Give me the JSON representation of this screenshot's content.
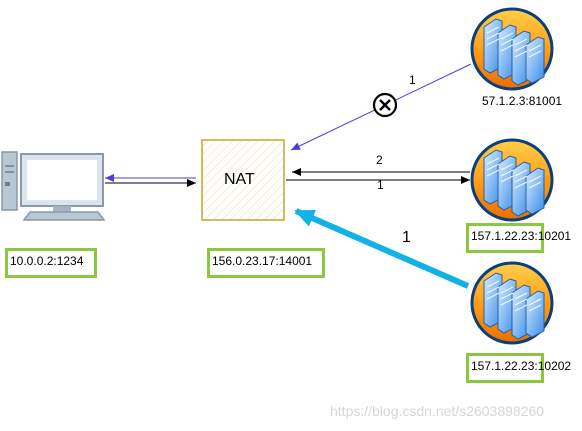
{
  "nat": {
    "label": "NAT",
    "address": "156.0.23.17:14001"
  },
  "client": {
    "address": "10.0.0.2:1234"
  },
  "servers": [
    {
      "address": "57.1.2.3:81001",
      "ip_highlight": ""
    },
    {
      "address": "157.1.22.23:10201",
      "ip_highlight": "157.1.22.23"
    },
    {
      "address": "157.1.22.23:10202",
      "ip_highlight": "157.1.22.23"
    }
  ],
  "arrows": {
    "blocked_label": "1",
    "to_nat_label": "2",
    "to_server_label": "1",
    "big_label": "1"
  },
  "colors": {
    "blocked_arrow": "#4a3ddb",
    "big_arrow": "#12b2e6",
    "highlight_box": "#8dc63f",
    "nat_border": "#d8b95b"
  },
  "watermark": "https://blog.csdn.net/s2603898260"
}
